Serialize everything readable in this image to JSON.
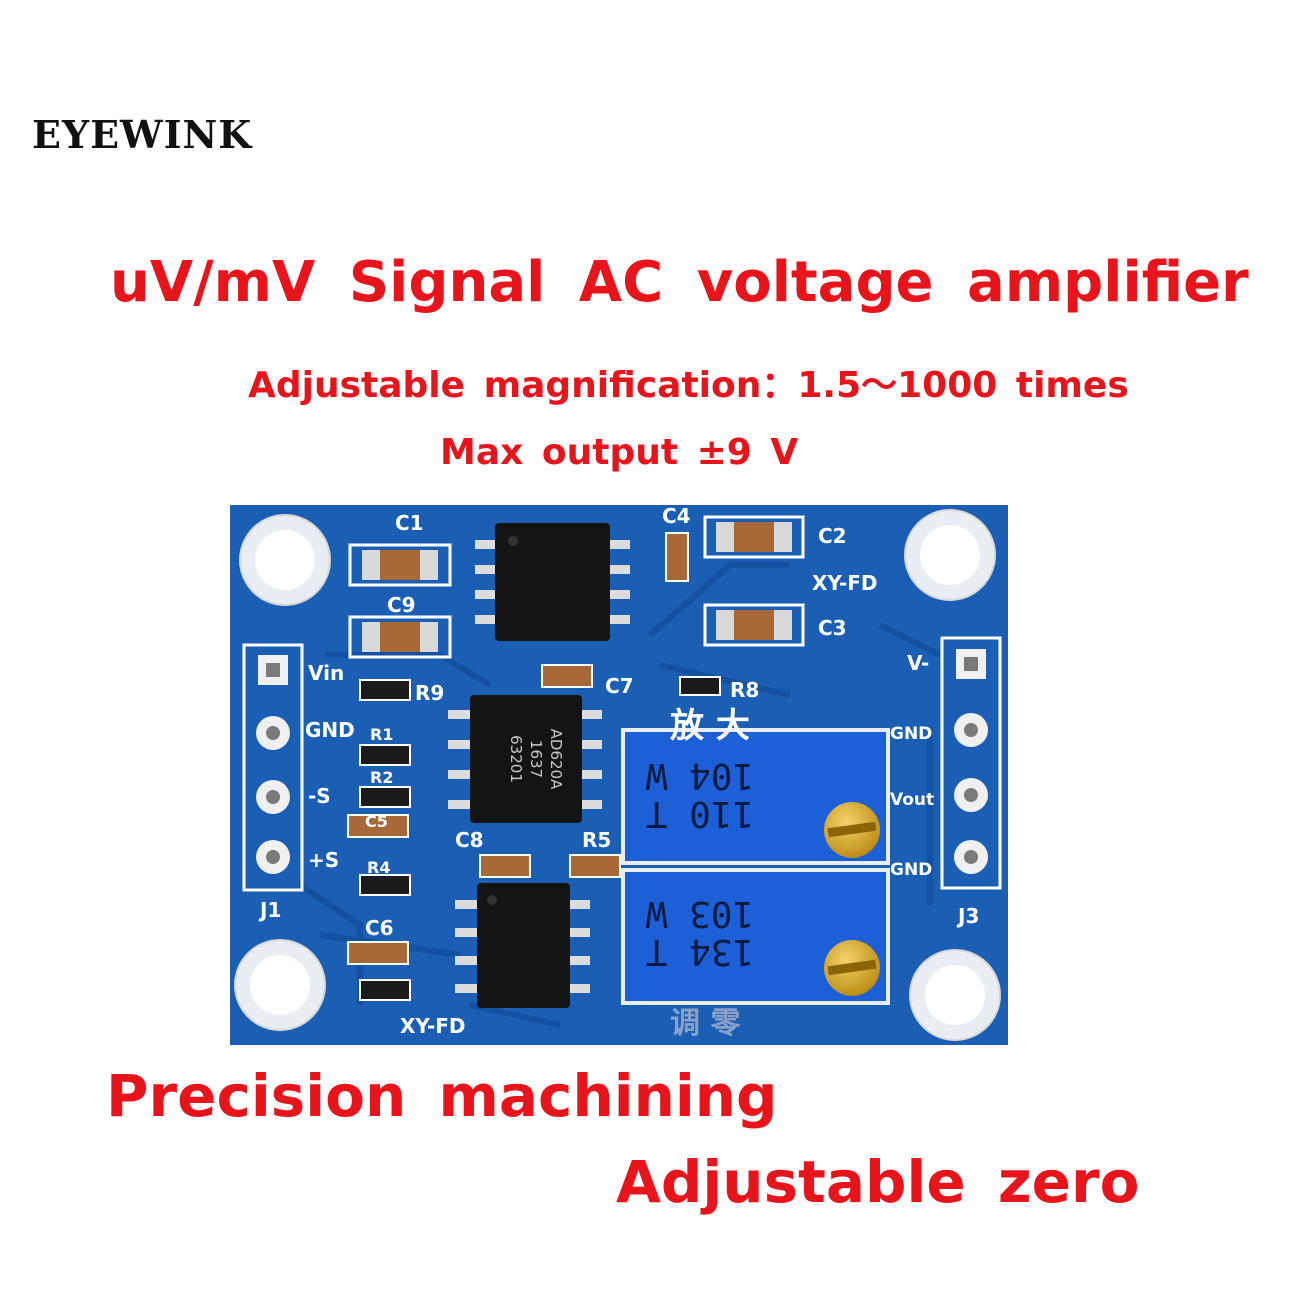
{
  "brand": "EYEWINK",
  "headline": "uV/mV Signal AC voltage amplifier",
  "subheadline": "Adjustable magnification：1.5～1000 times",
  "max_output": "Max output ±9 V",
  "features": [
    "Precision machining",
    "Adjustable zero"
  ],
  "board": {
    "silkscreen": {
      "c1": "C1",
      "c2": "C2",
      "c3": "C3",
      "c4": "C4",
      "c5": "C5",
      "c6": "C6",
      "c7": "C7",
      "c8": "C8",
      "c9": "C9",
      "r1": "R1",
      "r2": "R2",
      "r4": "R4",
      "r5": "R5",
      "r8": "R8",
      "r9": "R9",
      "model_top": "XY-FD",
      "model_bottom": "XY-FD",
      "j1": "J1",
      "j3": "J3",
      "vin": "Vin",
      "gnd_left": "GND",
      "minus_s": "-S",
      "plus_s": "+S",
      "v_minus": "V-",
      "gnd_r1": "GND",
      "vout": "Vout",
      "gnd_r2": "GND",
      "gain_label": "放 大",
      "zero_label": "调 零"
    },
    "chip_main": [
      "AD620A",
      "1637",
      "63201"
    ],
    "pot_top": [
      "110 T",
      "104 W"
    ],
    "pot_bottom": [
      "134 T",
      "103 W"
    ],
    "colors": {
      "pcb": "#1a5fb4",
      "chip": "#141414",
      "pot": "#1d5fd6",
      "screw": "#d1a220",
      "accent": "#e8141c"
    }
  }
}
